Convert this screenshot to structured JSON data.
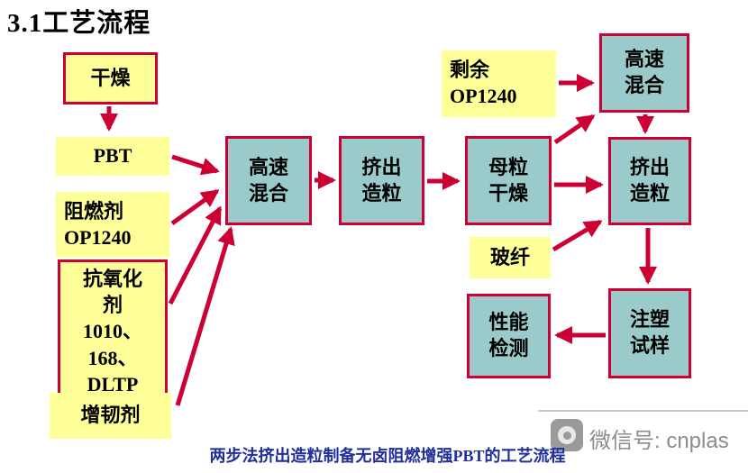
{
  "title": "3.1工艺流程",
  "caption": "两步法挤出造粒制备无卤阻燃增强PBT的工艺流程",
  "watermark": {
    "label": "微信号: cnplas"
  },
  "colors": {
    "box_yellow": "#FFFF99",
    "box_cyan": "#9ACBCA",
    "red": "#CC0033",
    "caption_blue": "#202F9B",
    "watermark_gray": "#8C8C8C"
  },
  "nodes": {
    "drying": {
      "label": "干燥"
    },
    "pbt": {
      "label": "PBT"
    },
    "flame_retardant": {
      "lines": [
        "阻燃剂",
        "OP1240"
      ]
    },
    "antioxidant": {
      "lines": [
        "抗氧化",
        "剂",
        "1010、",
        "168、",
        "DLTP"
      ]
    },
    "toughener": {
      "label": "增韧剂"
    },
    "high_speed_mixing_1": {
      "lines": [
        "高速",
        "混合"
      ]
    },
    "extrusion_granulation_1": {
      "lines": [
        "挤出",
        "造粒"
      ]
    },
    "masterbatch_drying": {
      "lines": [
        "母粒",
        "干燥"
      ]
    },
    "remaining_op1240": {
      "lines": [
        "剩余",
        "OP1240"
      ]
    },
    "high_speed_mixing_2": {
      "lines": [
        "高速",
        "混合"
      ]
    },
    "extrusion_granulation_2": {
      "lines": [
        "挤出",
        "造粒"
      ]
    },
    "glass_fiber": {
      "label": "玻纤"
    },
    "performance_testing": {
      "lines": [
        "性能",
        "检测"
      ]
    },
    "injection_molding_sample": {
      "lines": [
        "注塑",
        "试样"
      ]
    }
  },
  "edges": [
    {
      "from": "drying",
      "to": "pbt"
    },
    {
      "from": "pbt",
      "to": "high_speed_mixing_1"
    },
    {
      "from": "flame_retardant",
      "to": "high_speed_mixing_1"
    },
    {
      "from": "antioxidant",
      "to": "high_speed_mixing_1"
    },
    {
      "from": "toughener",
      "to": "high_speed_mixing_1"
    },
    {
      "from": "high_speed_mixing_1",
      "to": "extrusion_granulation_1"
    },
    {
      "from": "extrusion_granulation_1",
      "to": "masterbatch_drying"
    },
    {
      "from": "masterbatch_drying",
      "to": "extrusion_granulation_2"
    },
    {
      "from": "masterbatch_drying",
      "to": "high_speed_mixing_2"
    },
    {
      "from": "remaining_op1240",
      "to": "high_speed_mixing_2"
    },
    {
      "from": "high_speed_mixing_2",
      "to": "extrusion_granulation_2"
    },
    {
      "from": "glass_fiber",
      "to": "extrusion_granulation_2"
    },
    {
      "from": "extrusion_granulation_2",
      "to": "injection_molding_sample"
    },
    {
      "from": "injection_molding_sample",
      "to": "performance_testing"
    }
  ]
}
